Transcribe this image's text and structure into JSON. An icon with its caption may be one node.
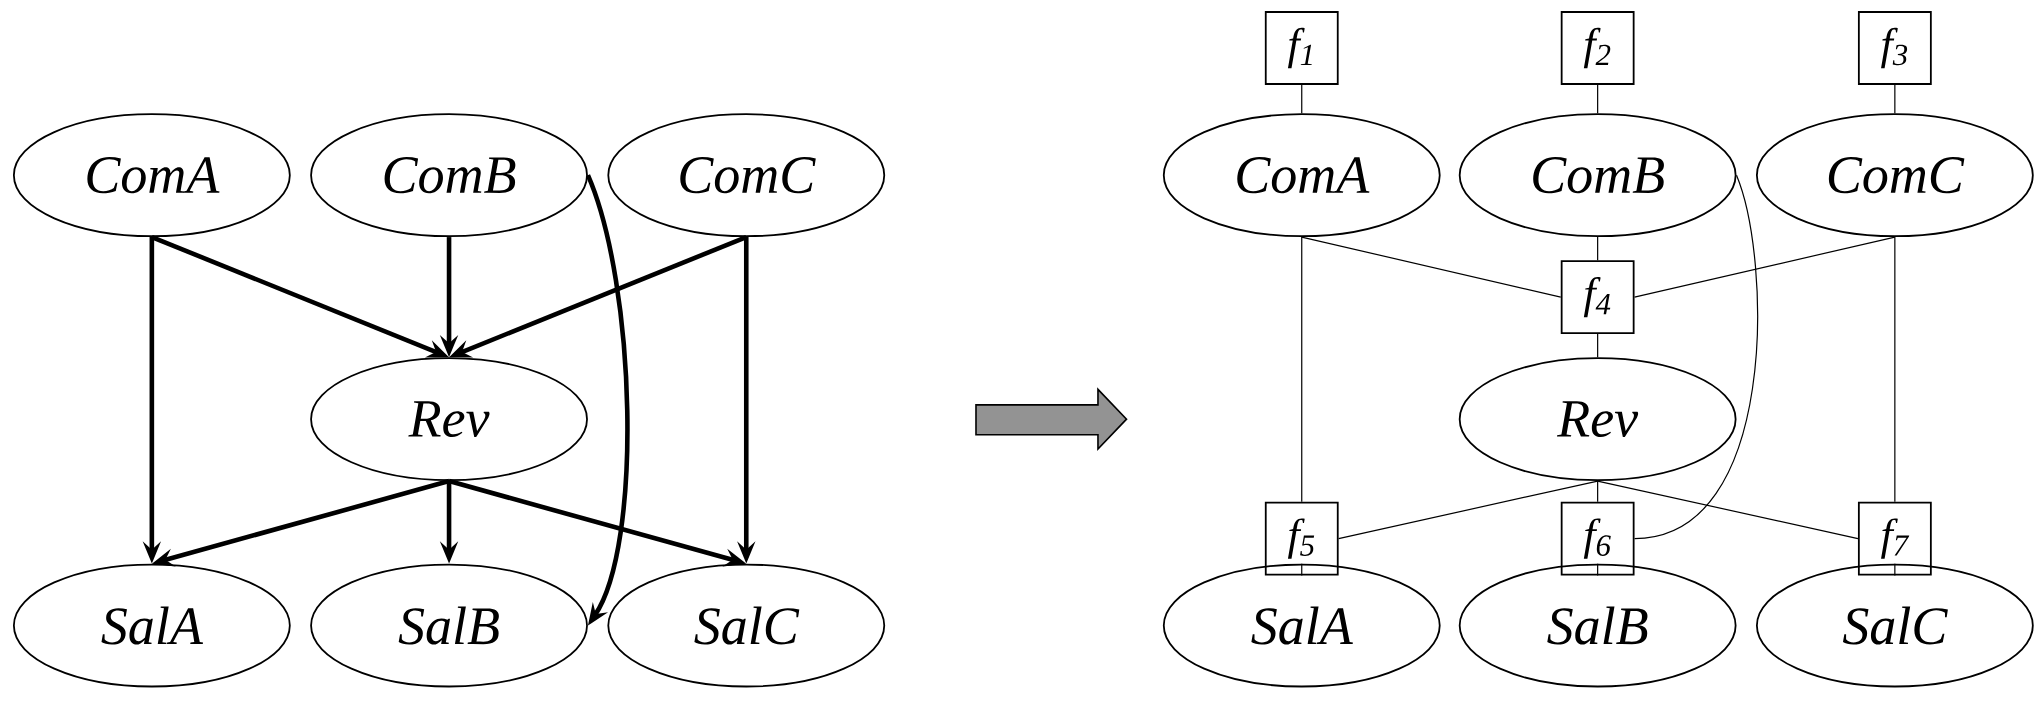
{
  "diagram": {
    "nodes": [
      {
        "text": [
          "ComA"
        ]
      },
      {
        "text": [
          "ComB"
        ]
      },
      {
        "text": [
          "ComC"
        ]
      },
      {
        "text": [
          "Rev"
        ]
      },
      {
        "text": [
          "SalA"
        ]
      },
      {
        "text": [
          "SalB"
        ]
      },
      {
        "text": [
          "SalC"
        ]
      },
      {
        "text": [
          "f$_{1}$"
        ]
      },
      {
        "text": [
          "f$_{2}$"
        ]
      },
      {
        "text": [
          "f$_{3}$"
        ]
      },
      {
        "text": [
          "ComA"
        ]
      },
      {
        "text": [
          "ComB"
        ]
      },
      {
        "text": [
          "ComC"
        ]
      },
      {
        "text": [
          "f$_{4}$"
        ]
      },
      {
        "text": [
          "Rev"
        ]
      },
      {
        "text": [
          "f$_{5}$"
        ]
      },
      {
        "text": [
          "f$_{6}$"
        ]
      },
      {
        "text": [
          "f$_{7}$"
        ]
      },
      {
        "text": [
          "SalA"
        ]
      },
      {
        "text": [
          "SalB"
        ]
      },
      {
        "text": [
          "SalC"
        ]
      }
    ],
    "edges": [
      {
        "from": 0,
        "to": 3,
        "arrow": "to",
        "style": "thick"
      },
      {
        "from": 1,
        "to": 3,
        "arrow": "to",
        "style": "thick"
      },
      {
        "from": 2,
        "to": 3,
        "arrow": "to",
        "style": "thick"
      },
      {
        "from": 0,
        "to": 4,
        "arrow": "to",
        "style": "thick"
      },
      {
        "from": 1,
        "to": 5,
        "arrow": "to",
        "style": "thick"
      },
      {
        "from": 2,
        "to": 6,
        "arrow": "to",
        "style": "thick"
      },
      {
        "from": 3,
        "to": 4,
        "arrow": "to",
        "style": "thick"
      },
      {
        "from": 3,
        "to": 5,
        "arrow": "to",
        "style": "thick"
      },
      {
        "from": 3,
        "to": 6,
        "arrow": "to",
        "style": "thick"
      },
      {
        "from": 7,
        "to": 10,
        "arrow": "none"
      },
      {
        "from": 8,
        "to": 11,
        "arrow": "none"
      },
      {
        "from": 9,
        "to": 12,
        "arrow": "none"
      },
      {
        "from": 10,
        "to": 13,
        "arrow": "none"
      },
      {
        "from": 11,
        "to": 13,
        "arrow": "none"
      },
      {
        "from": 12,
        "to": 13,
        "arrow": "none"
      },
      {
        "from": 13,
        "to": 14,
        "arrow": "none"
      },
      {
        "from": 10,
        "to": 15,
        "arrow": "none"
      },
      {
        "from": 14,
        "to": 15,
        "arrow": "none"
      },
      {
        "from": 14,
        "to": 16,
        "arrow": "none"
      },
      {
        "from": 11,
        "to": 16,
        "arrow": "none"
      },
      {
        "from": 14,
        "to": 17,
        "arrow": "none"
      },
      {
        "from": 12,
        "to": 17,
        "arrow": "none"
      },
      {
        "from": 15,
        "to": 18,
        "arrow": "none"
      },
      {
        "from": 16,
        "to": 19,
        "arrow": "none"
      },
      {
        "from": 17,
        "to": 20,
        "arrow": "none"
      }
    ]
  }
}
